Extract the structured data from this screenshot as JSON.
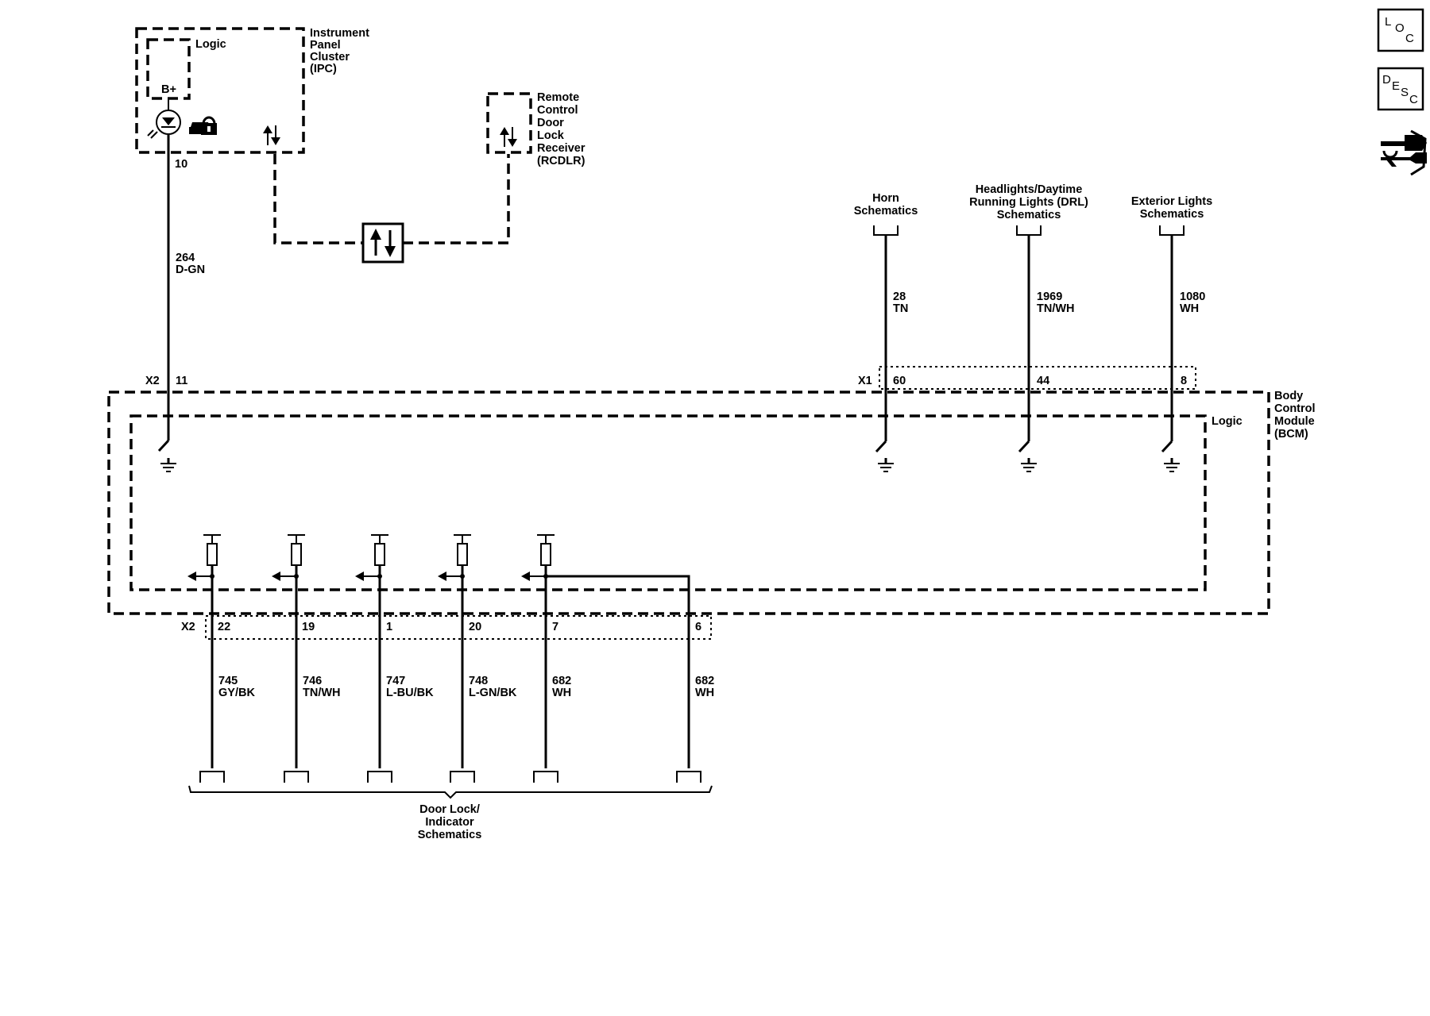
{
  "colors": {
    "ink": "#000000",
    "background": "#ffffff"
  },
  "ipc": {
    "logic": "Logic",
    "bplus": "B+",
    "name": [
      "Instrument",
      "Panel",
      "Cluster",
      "(IPC)"
    ],
    "pin": "10",
    "icons": [
      "led-icon",
      "security-car-lock-icon",
      "serial-data-icon"
    ]
  },
  "rcdlr": {
    "name": [
      "Remote",
      "Control",
      "Door",
      "Lock",
      "Receiver",
      "(RCDLR)"
    ],
    "icons": [
      "serial-data-icon"
    ]
  },
  "serial_data_symbol": "serial-data-icon",
  "ipc_wire": {
    "circuit": "264",
    "color": "D-GN"
  },
  "bcm": {
    "name": [
      "Body",
      "Control",
      "Module",
      "(BCM)"
    ],
    "logic": "Logic",
    "x2_top": {
      "connector": "X2",
      "pin": "11"
    },
    "x1": {
      "connector": "X1",
      "pins": [
        "60",
        "44",
        "8"
      ]
    },
    "x2_bottom": {
      "connector": "X2",
      "pins": [
        "22",
        "19",
        "1",
        "20",
        "7",
        "6"
      ]
    }
  },
  "refs_top": [
    {
      "lines": [
        "Horn",
        "Schematics"
      ],
      "circuit": "28",
      "color": "TN"
    },
    {
      "lines": [
        "Headlights/Daytime",
        "Running Lights (DRL)",
        "Schematics"
      ],
      "circuit": "1969",
      "color": "TN/WH"
    },
    {
      "lines": [
        "Exterior Lights",
        "Schematics"
      ],
      "circuit": "1080",
      "color": "WH"
    }
  ],
  "bottom_wires": [
    {
      "circuit": "745",
      "color": "GY/BK"
    },
    {
      "circuit": "746",
      "color": "TN/WH"
    },
    {
      "circuit": "747",
      "color": "L-BU/BK"
    },
    {
      "circuit": "748",
      "color": "L-GN/BK"
    },
    {
      "circuit": "682",
      "color": "WH"
    },
    {
      "circuit": "682",
      "color": "WH"
    }
  ],
  "bottom_ref": [
    "Door Lock/",
    "Indicator",
    "Schematics"
  ],
  "nav": {
    "loc": {
      "chars": [
        "L",
        "O",
        "C"
      ]
    },
    "desc": {
      "chars": [
        "D",
        "E",
        "S",
        "C"
      ]
    },
    "service_icon": "connector-repair-icon"
  }
}
